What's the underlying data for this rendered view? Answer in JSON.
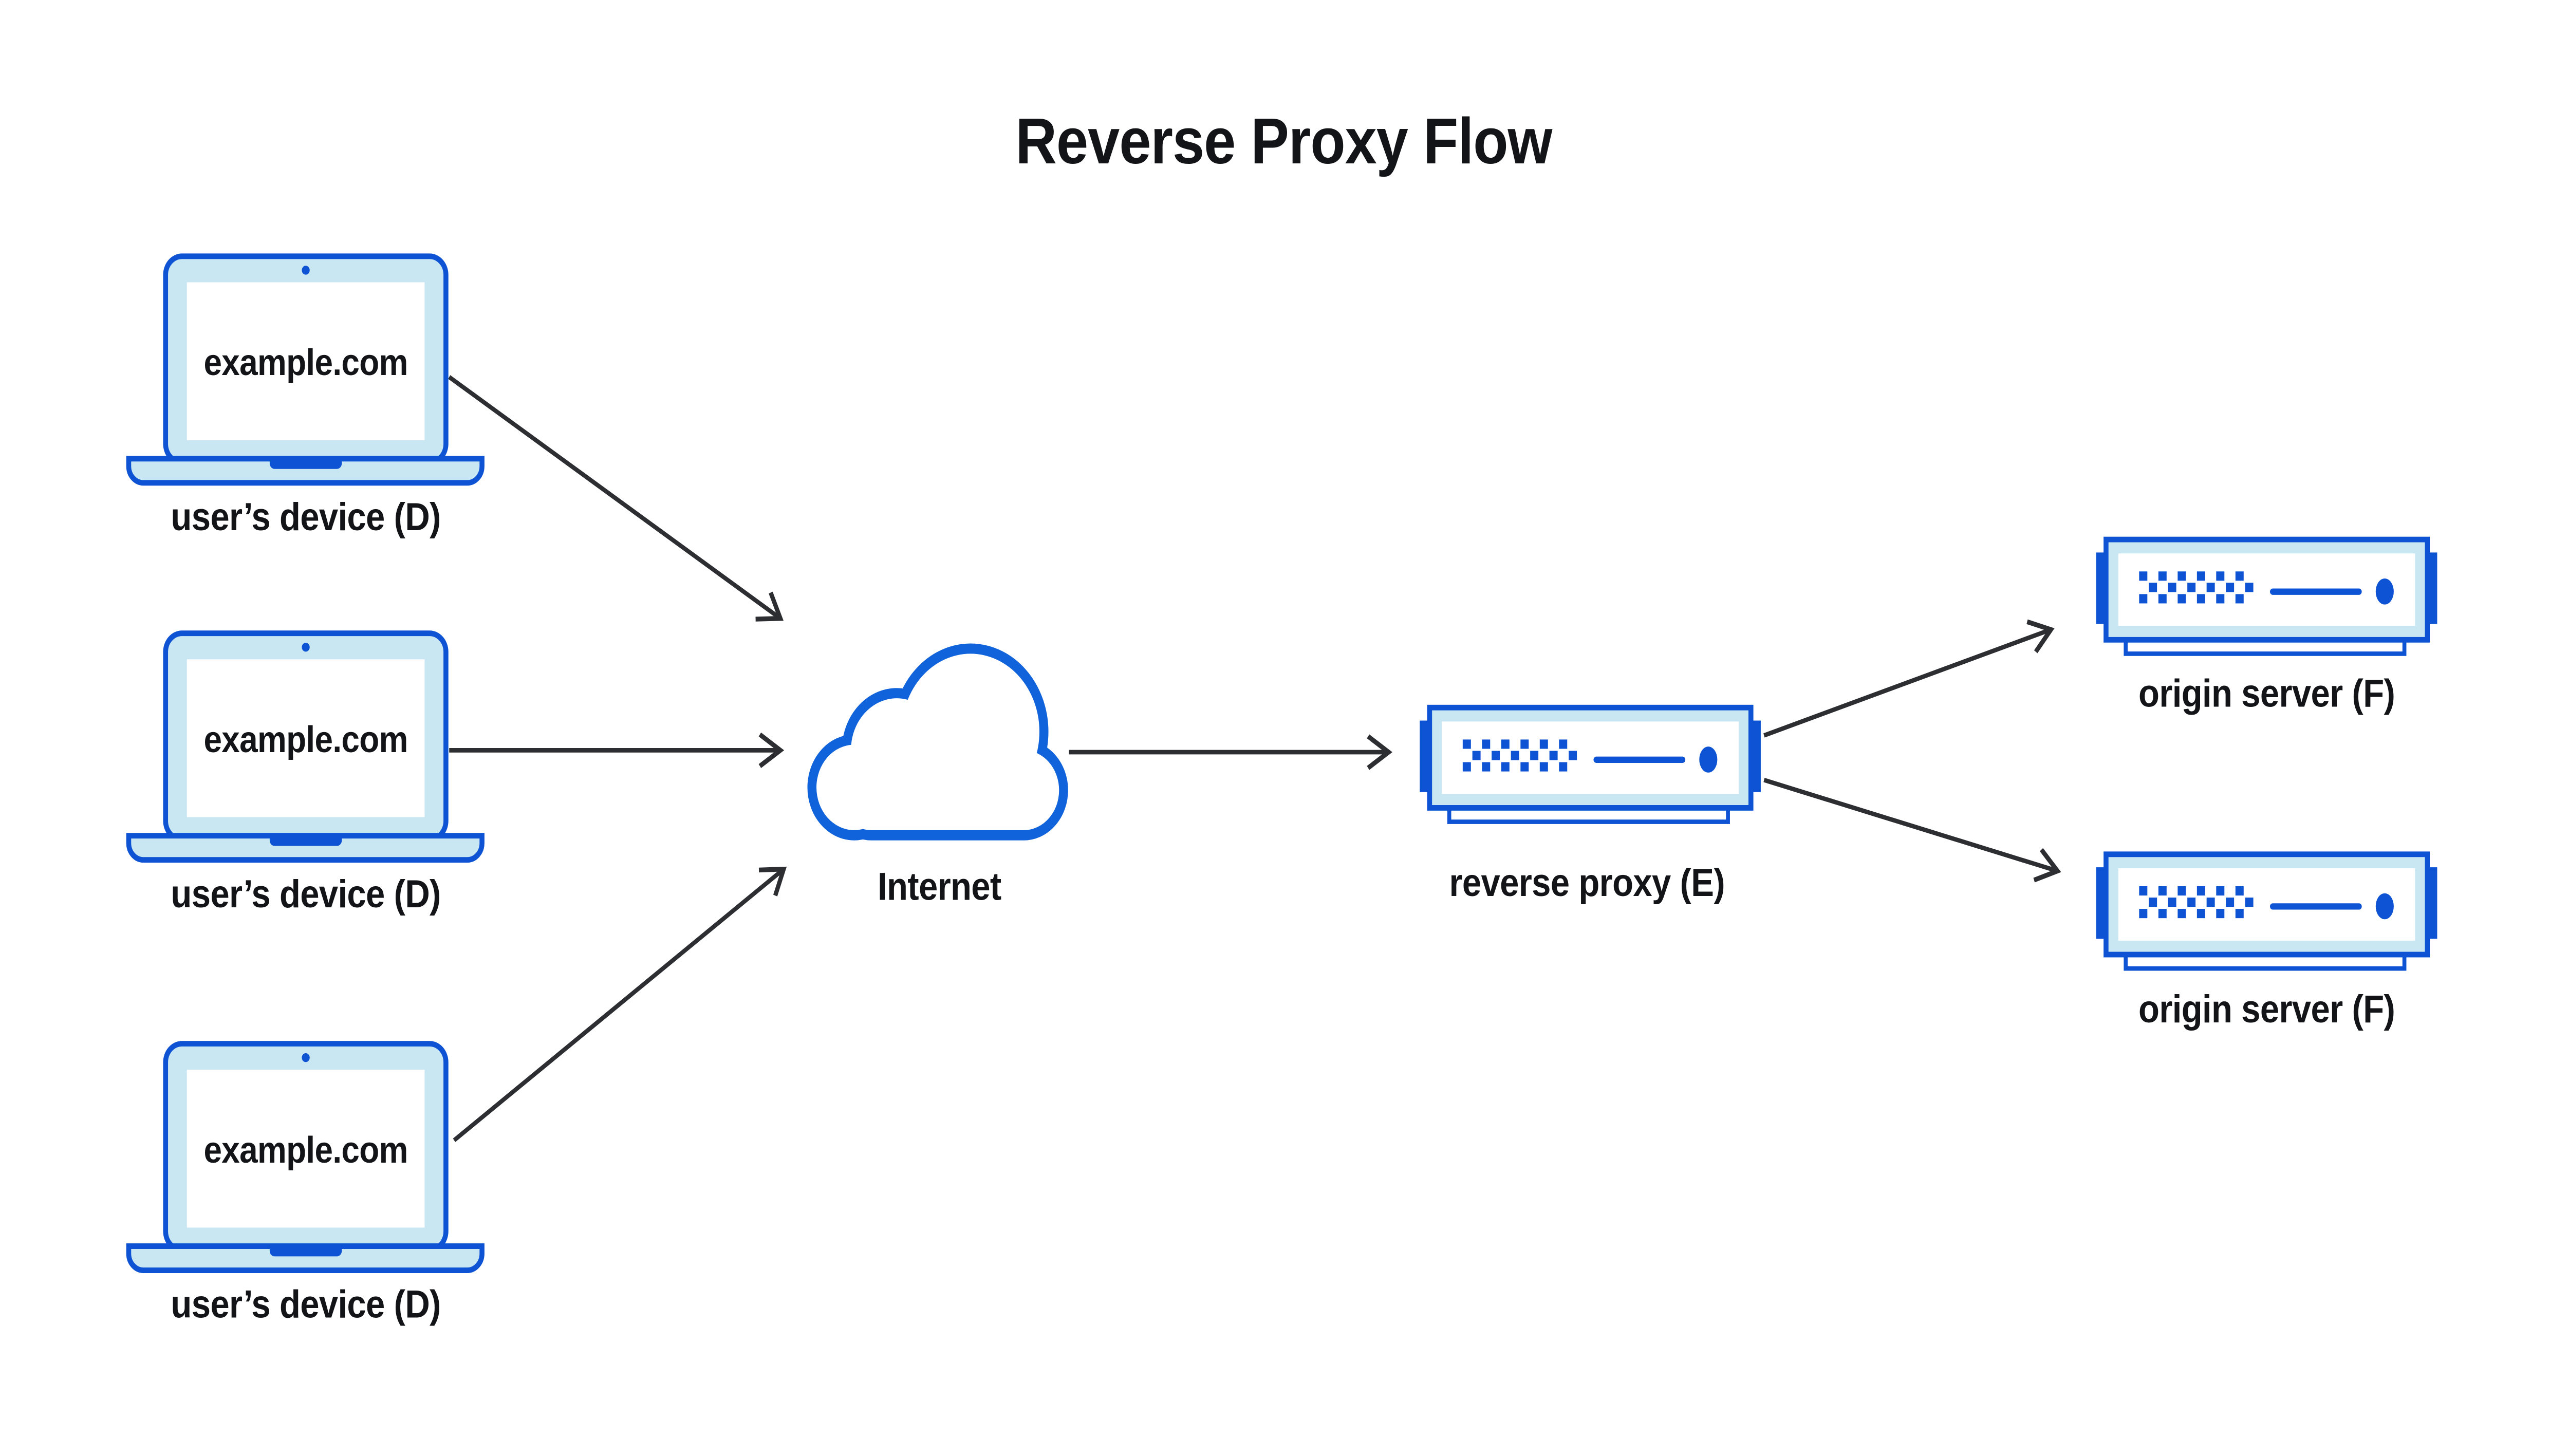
{
  "title": "Reverse Proxy Flow",
  "colors": {
    "accent_blue": "#0d53d3",
    "light_blue": "#c9e6f3",
    "cloud_blue": "#1063da",
    "arrow": "#2c2e31",
    "text": "#121417",
    "background": "#ffffff"
  },
  "nodes": {
    "devices": [
      {
        "icon": "laptop-icon",
        "screen_text": "example.com",
        "label": "user’s device (D)"
      },
      {
        "icon": "laptop-icon",
        "screen_text": "example.com",
        "label": "user’s device (D)"
      },
      {
        "icon": "laptop-icon",
        "screen_text": "example.com",
        "label": "user’s device (D)"
      }
    ],
    "internet": {
      "icon": "cloud-icon",
      "label": "Internet"
    },
    "proxy": {
      "icon": "server-icon",
      "label": "reverse proxy (E)"
    },
    "origins": [
      {
        "icon": "server-icon",
        "label": "origin server (F)"
      },
      {
        "icon": "server-icon",
        "label": "origin server (F)"
      }
    ]
  },
  "edges": [
    {
      "from": "user-device-1",
      "to": "internet"
    },
    {
      "from": "user-device-2",
      "to": "internet"
    },
    {
      "from": "user-device-3",
      "to": "internet"
    },
    {
      "from": "internet",
      "to": "reverse-proxy"
    },
    {
      "from": "reverse-proxy",
      "to": "origin-server-1"
    },
    {
      "from": "reverse-proxy",
      "to": "origin-server-2"
    }
  ]
}
